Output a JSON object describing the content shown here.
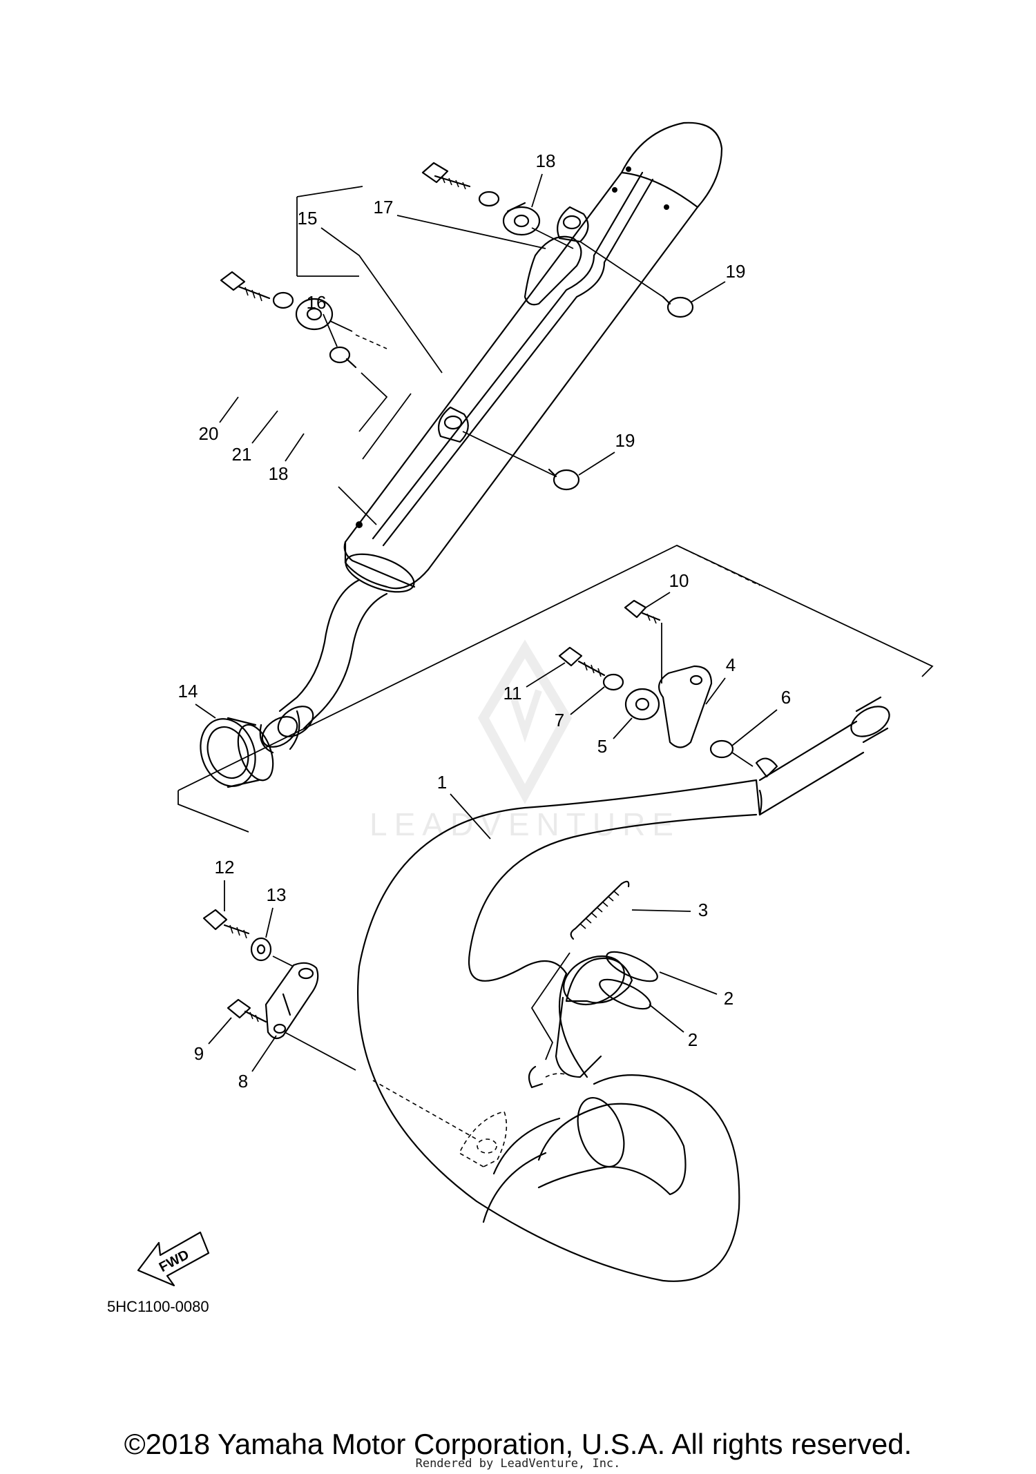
{
  "callouts": {
    "c1": "1",
    "c2a": "2",
    "c2b": "2",
    "c3": "3",
    "c4": "4",
    "c5": "5",
    "c6": "6",
    "c7": "7",
    "c8": "8",
    "c9": "9",
    "c10": "10",
    "c11": "11",
    "c12": "12",
    "c13": "13",
    "c14": "14",
    "c15": "15",
    "c16": "16",
    "c17": "17",
    "c18a": "18",
    "c18b": "18",
    "c19a": "19",
    "c19b": "19",
    "c20": "20",
    "c21": "21"
  },
  "diagram_code": "5HC1100-0080",
  "fwd_label": "FWD",
  "watermark": "LEADVENTURE",
  "copyright": "©2018 Yamaha Motor Corporation, U.S.A. All rights reserved.",
  "rendered_by": "Rendered by LeadVenture, Inc.",
  "colors": {
    "line": "#000000",
    "background": "#ffffff",
    "watermark": "#e8e8e8"
  }
}
